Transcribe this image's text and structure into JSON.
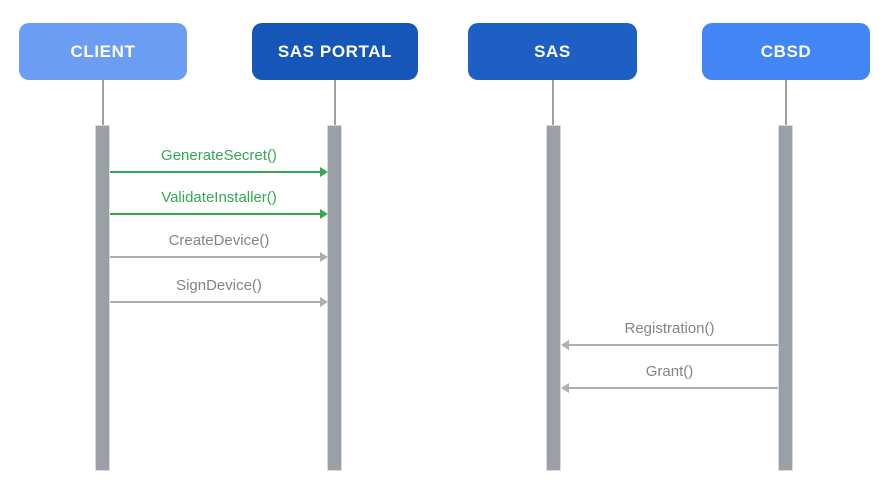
{
  "diagram": {
    "type": "sequence-diagram",
    "actors": [
      {
        "id": "client",
        "label": "CLIENT",
        "color": "#6b9df3",
        "text_color": "#ffffff"
      },
      {
        "id": "sas-portal",
        "label": "SAS PORTAL",
        "color": "#1656b9",
        "text_color": "#ffffff"
      },
      {
        "id": "sas",
        "label": "SAS",
        "color": "#1d5fc2",
        "text_color": "#ffffff"
      },
      {
        "id": "cbsd",
        "label": "CBSD",
        "color": "#4285f4",
        "text_color": "#ffffff"
      }
    ],
    "lifeline_color": "#9aa0a6",
    "activation_bar_color": "#9aa0a6",
    "messages": [
      {
        "label": "GenerateSecret()",
        "from": "CLIENT",
        "to": "SAS PORTAL",
        "direction": "right",
        "text_color": "#34a853",
        "arrow_color": "#34a853"
      },
      {
        "label": "ValidateInstaller()",
        "from": "CLIENT",
        "to": "SAS PORTAL",
        "direction": "right",
        "text_color": "#34a853",
        "arrow_color": "#34a853"
      },
      {
        "label": "CreateDevice()",
        "from": "CLIENT",
        "to": "SAS PORTAL",
        "direction": "right",
        "text_color": "#80868b",
        "arrow_color": "#abafb4"
      },
      {
        "label": "SignDevice()",
        "from": "CLIENT",
        "to": "SAS PORTAL",
        "direction": "right",
        "text_color": "#80868b",
        "arrow_color": "#abafb4"
      },
      {
        "label": "Registration()",
        "from": "CBSD",
        "to": "SAS",
        "direction": "left",
        "text_color": "#80868b",
        "arrow_color": "#abafb4"
      },
      {
        "label": "Grant()",
        "from": "CBSD",
        "to": "SAS",
        "direction": "left",
        "text_color": "#80868b",
        "arrow_color": "#abafb4"
      }
    ]
  }
}
